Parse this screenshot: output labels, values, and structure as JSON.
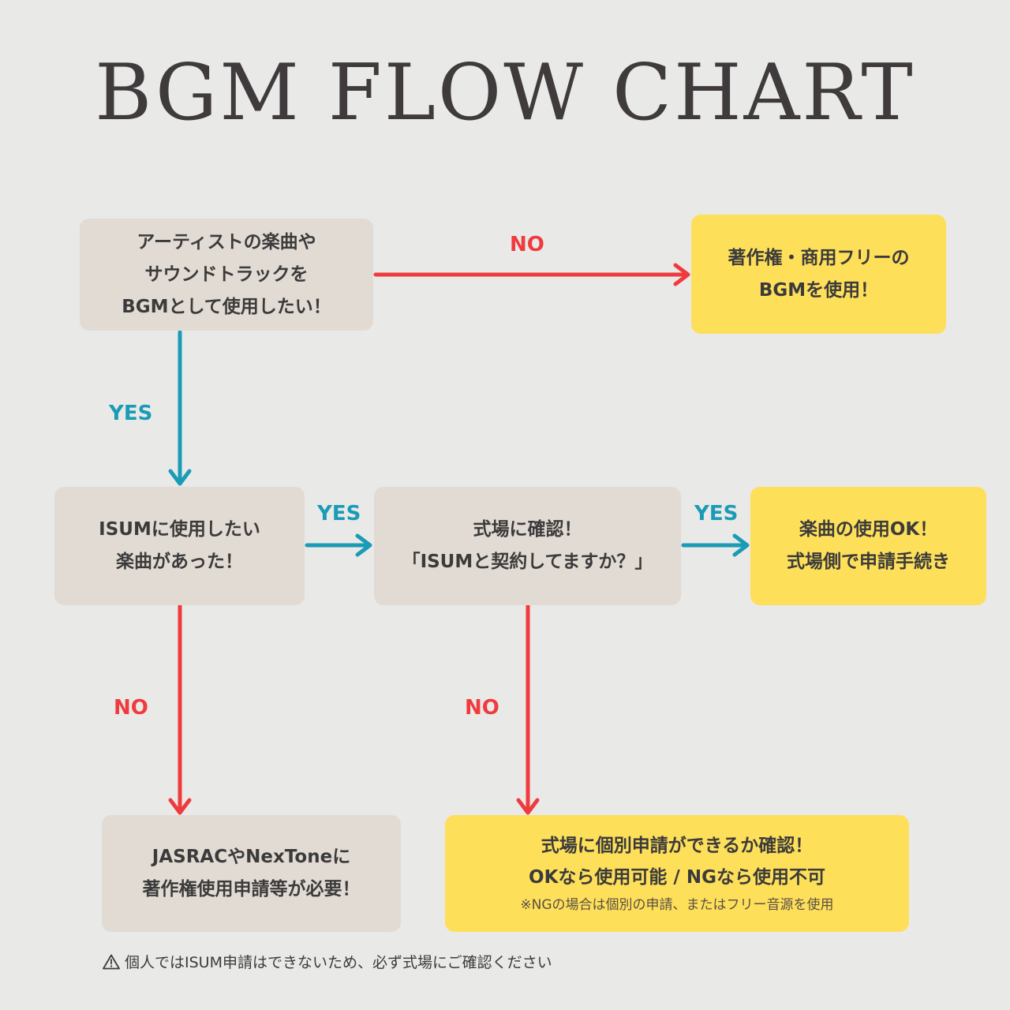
{
  "title": "BGM FLOW CHART",
  "colors": {
    "background": "#e9e9e8",
    "beige_box": "#e2dbd4",
    "yellow_box": "#fedf5a",
    "no_red": "#ef3b3d",
    "yes_teal": "#1a9bb6"
  },
  "nodes": {
    "start": [
      "アーティストの楽曲や",
      "サウンドトラックを",
      "BGMとして使用したい！"
    ],
    "free_bgm": [
      "著作権・商用フリーの",
      "BGMを使用！"
    ],
    "isum_has": [
      "ISUMに使用したい",
      "楽曲があった！"
    ],
    "venue_check": [
      "式場に確認！",
      "「ISUMと契約してますか？」"
    ],
    "ok_result": [
      "楽曲の使用OK！",
      "式場側で申請手続き"
    ],
    "jasrac": [
      "JASRACやNexToneに",
      "著作権使用申請等が必要！"
    ],
    "individual": [
      "式場に個別申請ができるか確認！",
      "OKなら使用可能 / NGなら使用不可"
    ],
    "individual_note": "※NGの場合は個別の申請、またはフリー音源を使用"
  },
  "edges": {
    "start_to_free": "NO",
    "start_to_isum": "YES",
    "isum_to_venue": "YES",
    "venue_to_ok": "YES",
    "isum_to_jasrac": "NO",
    "venue_to_individual": "NO"
  },
  "footnote": {
    "icon": "warning-icon",
    "text": "個人ではISUM申請はできないため、必ず式場にご確認ください"
  }
}
